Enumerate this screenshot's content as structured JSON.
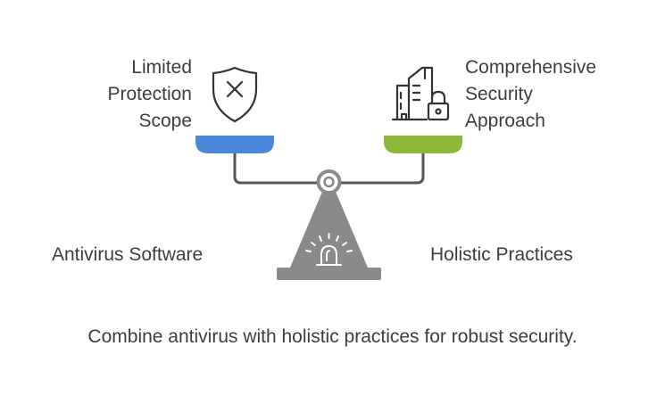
{
  "left_pan": {
    "label_lines": [
      "Limited",
      "Protection",
      "Scope"
    ],
    "caption": "Antivirus Software",
    "color": "#4a86d9",
    "icon": "shield-x-icon"
  },
  "right_pan": {
    "label_lines": [
      "Comprehensive",
      "Security",
      "Approach"
    ],
    "caption": "Holistic Practices",
    "color": "#8cb83a",
    "icon": "building-lock-icon"
  },
  "scale": {
    "beam_color": "#555555",
    "base_color": "#8a8a8a",
    "icon": "alarm-light-icon"
  },
  "conclusion": "Combine antivirus with holistic practices for robust security."
}
